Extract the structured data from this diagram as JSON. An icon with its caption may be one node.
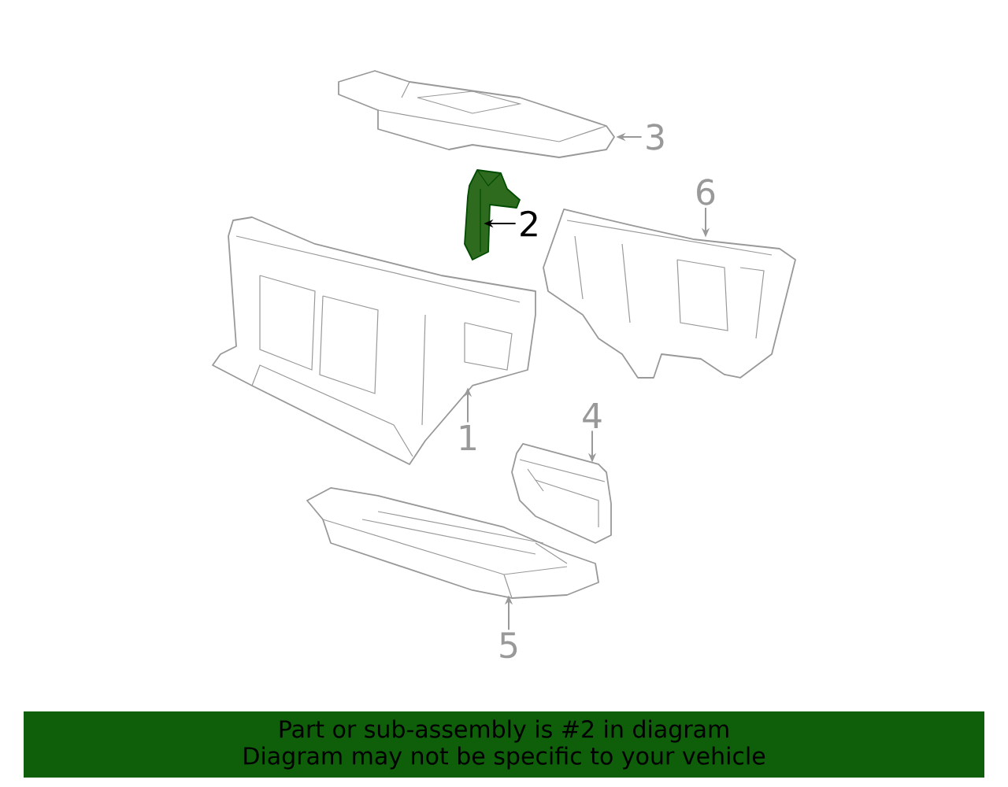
{
  "diagram": {
    "nodes": [
      {
        "text": [],
        "shape": "picture"
      },
      {
        "text": [],
        "shape": "picture"
      },
      {
        "text": [],
        "shape": "picture"
      },
      {
        "text": [],
        "shape": "picture"
      },
      {
        "text": [],
        "shape": "picture"
      },
      {
        "text": [],
        "shape": "picture"
      },
      {
        "text": [
          "3"
        ]
      },
      {
        "text": [
          "2"
        ]
      },
      {
        "text": [
          "6"
        ]
      },
      {
        "text": [
          "1"
        ]
      },
      {
        "text": [
          "4"
        ]
      },
      {
        "text": [
          "5"
        ]
      },
      {
        "text": [
          "Part or sub-assembly is #2 in diagram",
          "Diagram may not be specific to your vehicle"
        ]
      }
    ],
    "edges": [
      {
        "from": 6,
        "to": 0,
        "arrow": "to"
      },
      {
        "from": 7,
        "to": 1,
        "arrow": "to",
        "color": "#000000"
      },
      {
        "from": 8,
        "to": 2,
        "arrow": "to"
      },
      {
        "from": 9,
        "to": 3,
        "arrow": "to"
      },
      {
        "from": 10,
        "to": 4,
        "arrow": "to"
      },
      {
        "from": 11,
        "to": 5,
        "arrow": "to"
      }
    ]
  }
}
